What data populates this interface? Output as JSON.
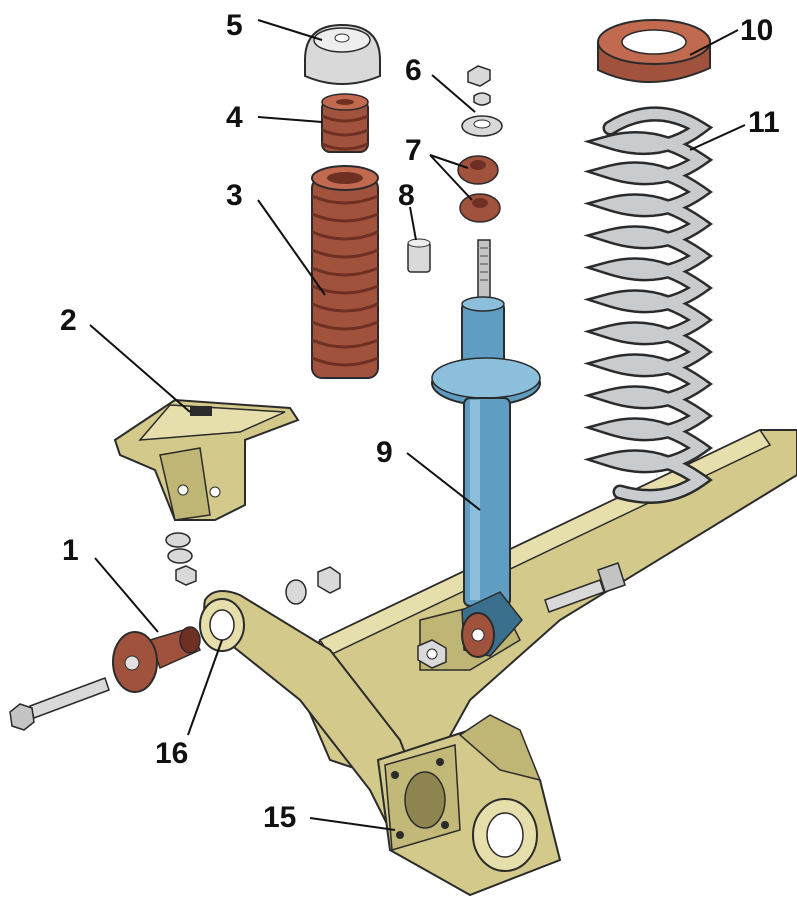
{
  "callouts": [
    {
      "id": "1",
      "label": "1"
    },
    {
      "id": "2",
      "label": "2"
    },
    {
      "id": "3",
      "label": "3"
    },
    {
      "id": "4",
      "label": "4"
    },
    {
      "id": "5",
      "label": "5"
    },
    {
      "id": "6",
      "label": "6"
    },
    {
      "id": "7",
      "label": "7"
    },
    {
      "id": "8",
      "label": "8"
    },
    {
      "id": "9",
      "label": "9"
    },
    {
      "id": "10",
      "label": "10"
    },
    {
      "id": "11",
      "label": "11"
    },
    {
      "id": "15",
      "label": "15"
    },
    {
      "id": "16",
      "label": "16"
    }
  ],
  "colors": {
    "beam": "#d2c98a",
    "beam_shadow": "#a89f5c",
    "rubber": "#a0523c",
    "rubber_dark": "#6e3022",
    "shock": "#5f9ec2",
    "shock_dark": "#3a6f8e",
    "spring": "#c9ccce",
    "spring_dark": "#6d7275",
    "steel": "#d9d9d9",
    "outline": "#2b2b2b"
  }
}
